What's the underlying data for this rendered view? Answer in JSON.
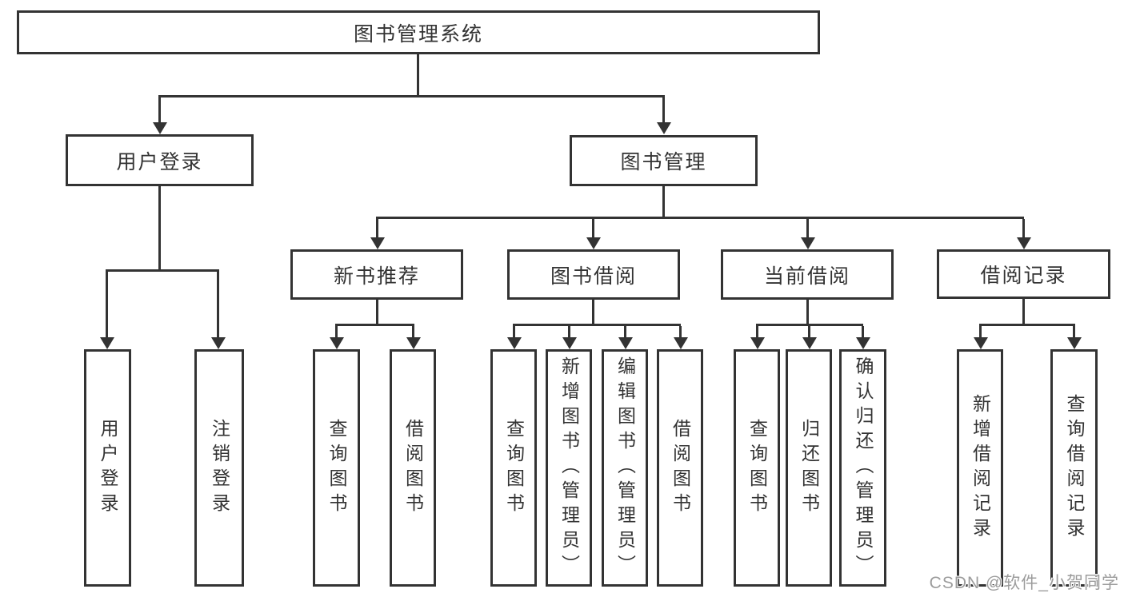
{
  "diagram": {
    "root": {
      "label": "图书管理系统"
    },
    "branches": [
      {
        "label": "用户登录",
        "children": [
          {
            "label": "用户登录"
          },
          {
            "label": "注销登录"
          }
        ]
      },
      {
        "label": "图书管理",
        "sections": [
          {
            "label": "新书推荐",
            "children": [
              {
                "label": "查询图书"
              },
              {
                "label": "借阅图书"
              }
            ]
          },
          {
            "label": "图书借阅",
            "children": [
              {
                "label": "查询图书"
              },
              {
                "label": "新增图书（管理员）"
              },
              {
                "label": "编辑图书（管理员）"
              },
              {
                "label": "借阅图书"
              }
            ]
          },
          {
            "label": "当前借阅",
            "children": [
              {
                "label": "查询图书"
              },
              {
                "label": "归还图书"
              },
              {
                "label": "确认归还（管理员）"
              }
            ]
          },
          {
            "label": "借阅记录",
            "children": [
              {
                "label": "新增借阅记录"
              },
              {
                "label": "查询借阅记录"
              }
            ]
          }
        ]
      }
    ]
  },
  "watermark": {
    "text": "CSDN @软件_小贺同学"
  },
  "colors": {
    "line": "#333333",
    "box_border": "#333333",
    "box_background": "#ffffff",
    "text": "#333333",
    "watermark_text": "#9c9c9c",
    "background": "#ffffff"
  }
}
